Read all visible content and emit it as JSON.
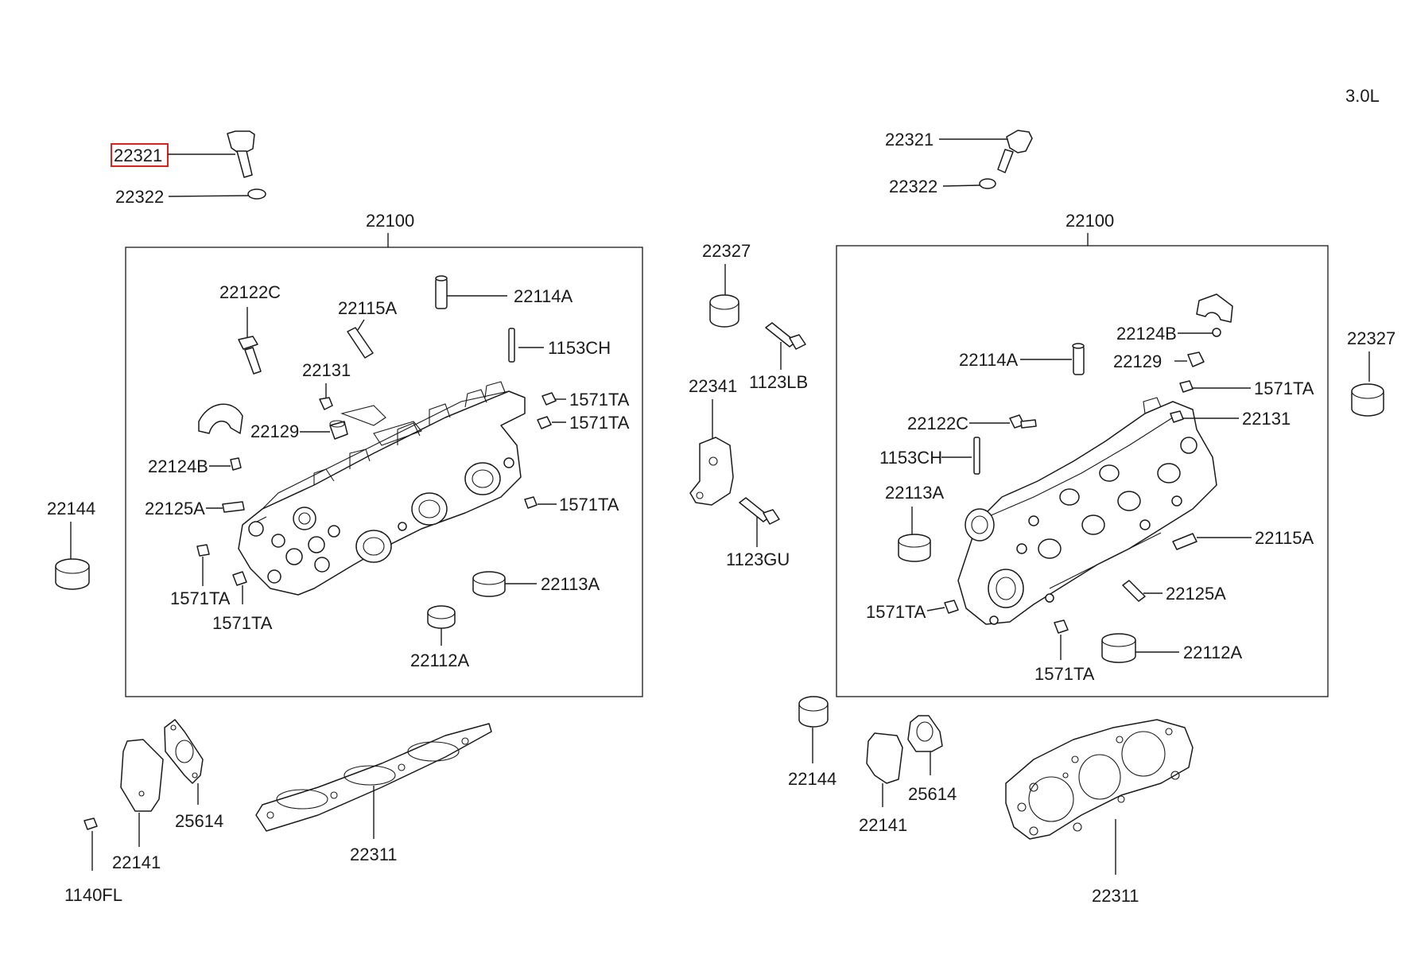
{
  "engine_label": "3.0L",
  "highlighted_part": "22321",
  "left_bank": {
    "assembly": "22100",
    "outside": {
      "bolt": "22321",
      "washer": "22322",
      "plug_left": "22144",
      "cover": "22141",
      "gasket_small": "25614",
      "bolt_small": "1140FL",
      "head_gasket": "22311"
    },
    "inside": {
      "bolt_22122c": "22122C",
      "guide_22115a": "22115A",
      "guide_22114a": "22114A",
      "pin_1153ch": "1153CH",
      "plug_22131": "22131",
      "cap_1571ta_a": "1571TA",
      "cap_1571ta_b": "1571TA",
      "cap_22129": "22129",
      "bearing_22124b": "22124B",
      "dowel_22125a": "22125A",
      "cap_1571ta_c": "1571TA",
      "cap_1571ta_d": "1571TA",
      "cap_1571ta_e": "1571TA",
      "seal_22113a": "22113A",
      "seal_22112a": "22112A"
    }
  },
  "center": {
    "seal_22327": "22327",
    "bolt_1123lb": "1123LB",
    "bracket_22341": "22341",
    "bolt_1123gu": "1123GU"
  },
  "right_bank": {
    "assembly": "22100",
    "outside": {
      "bolt": "22321",
      "washer": "22322",
      "seal_right": "22327",
      "plug": "22144",
      "cover": "22141",
      "gasket_small": "25614",
      "head_gasket": "22311"
    },
    "inside": {
      "bearing_22124b": "22124B",
      "guide_22114a": "22114A",
      "cap_22129": "22129",
      "cap_1571ta_a": "1571TA",
      "plug_22131": "22131",
      "bolt_22122c": "22122C",
      "pin_1153ch": "1153CH",
      "seal_22113a": "22113A",
      "guide_22115a": "22115A",
      "dowel_22125a": "22125A",
      "cap_1571ta_b": "1571TA",
      "cap_1571ta_c": "1571TA",
      "seal_22112a": "22112A"
    }
  }
}
